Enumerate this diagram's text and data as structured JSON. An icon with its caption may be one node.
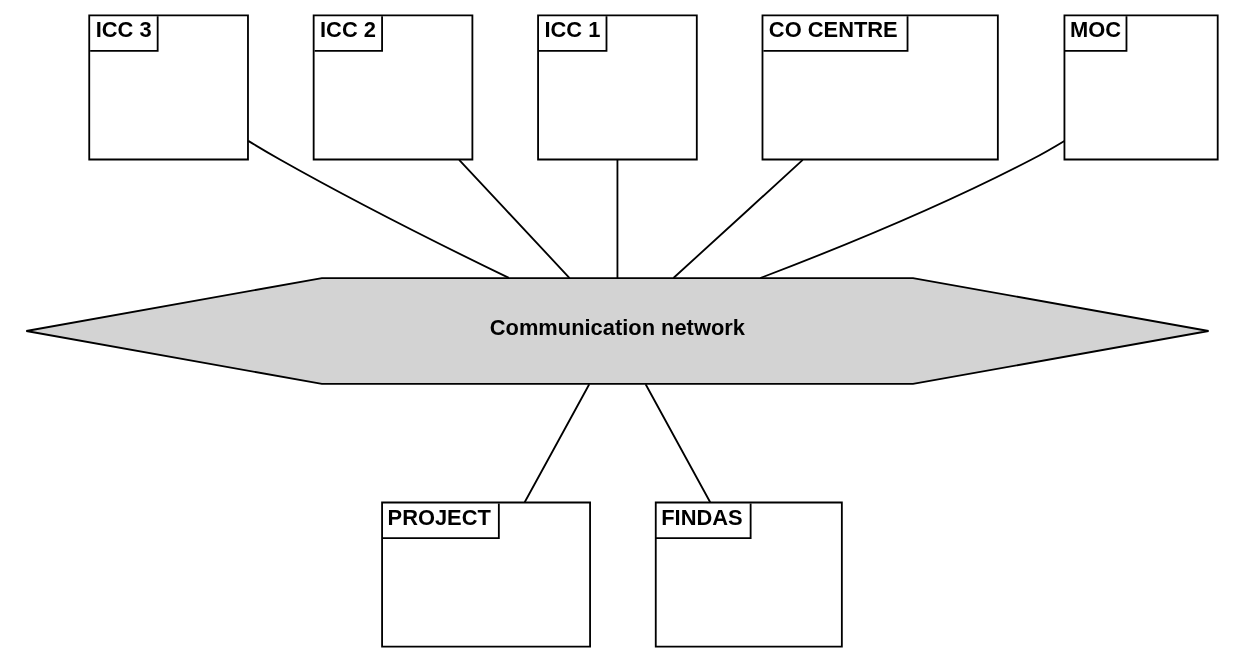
{
  "diagram": {
    "nodes": [
      {
        "text": [
          "ICC 3"
        ]
      },
      {
        "text": [
          "ICC 2"
        ]
      },
      {
        "text": [
          "ICC 1"
        ]
      },
      {
        "text": [
          "CO CENTRE"
        ]
      },
      {
        "text": [
          "MOC"
        ]
      },
      {
        "text": [
          "Communication network"
        ]
      },
      {
        "text": [
          "PROJECT"
        ]
      },
      {
        "text": [
          "FINDAS"
        ]
      }
    ],
    "edges": [
      {
        "from": 2,
        "to": 5,
        "arrow": "none"
      },
      {
        "from": 1,
        "to": 5,
        "arrow": "none"
      },
      {
        "from": 0,
        "to": 5,
        "arrow": "none"
      },
      {
        "from": 3,
        "to": 5,
        "arrow": "none"
      },
      {
        "from": 4,
        "to": 5,
        "arrow": "none"
      },
      {
        "from": 5,
        "to": 6,
        "arrow": "none"
      },
      {
        "from": 5,
        "to": 7,
        "arrow": "none"
      }
    ]
  }
}
